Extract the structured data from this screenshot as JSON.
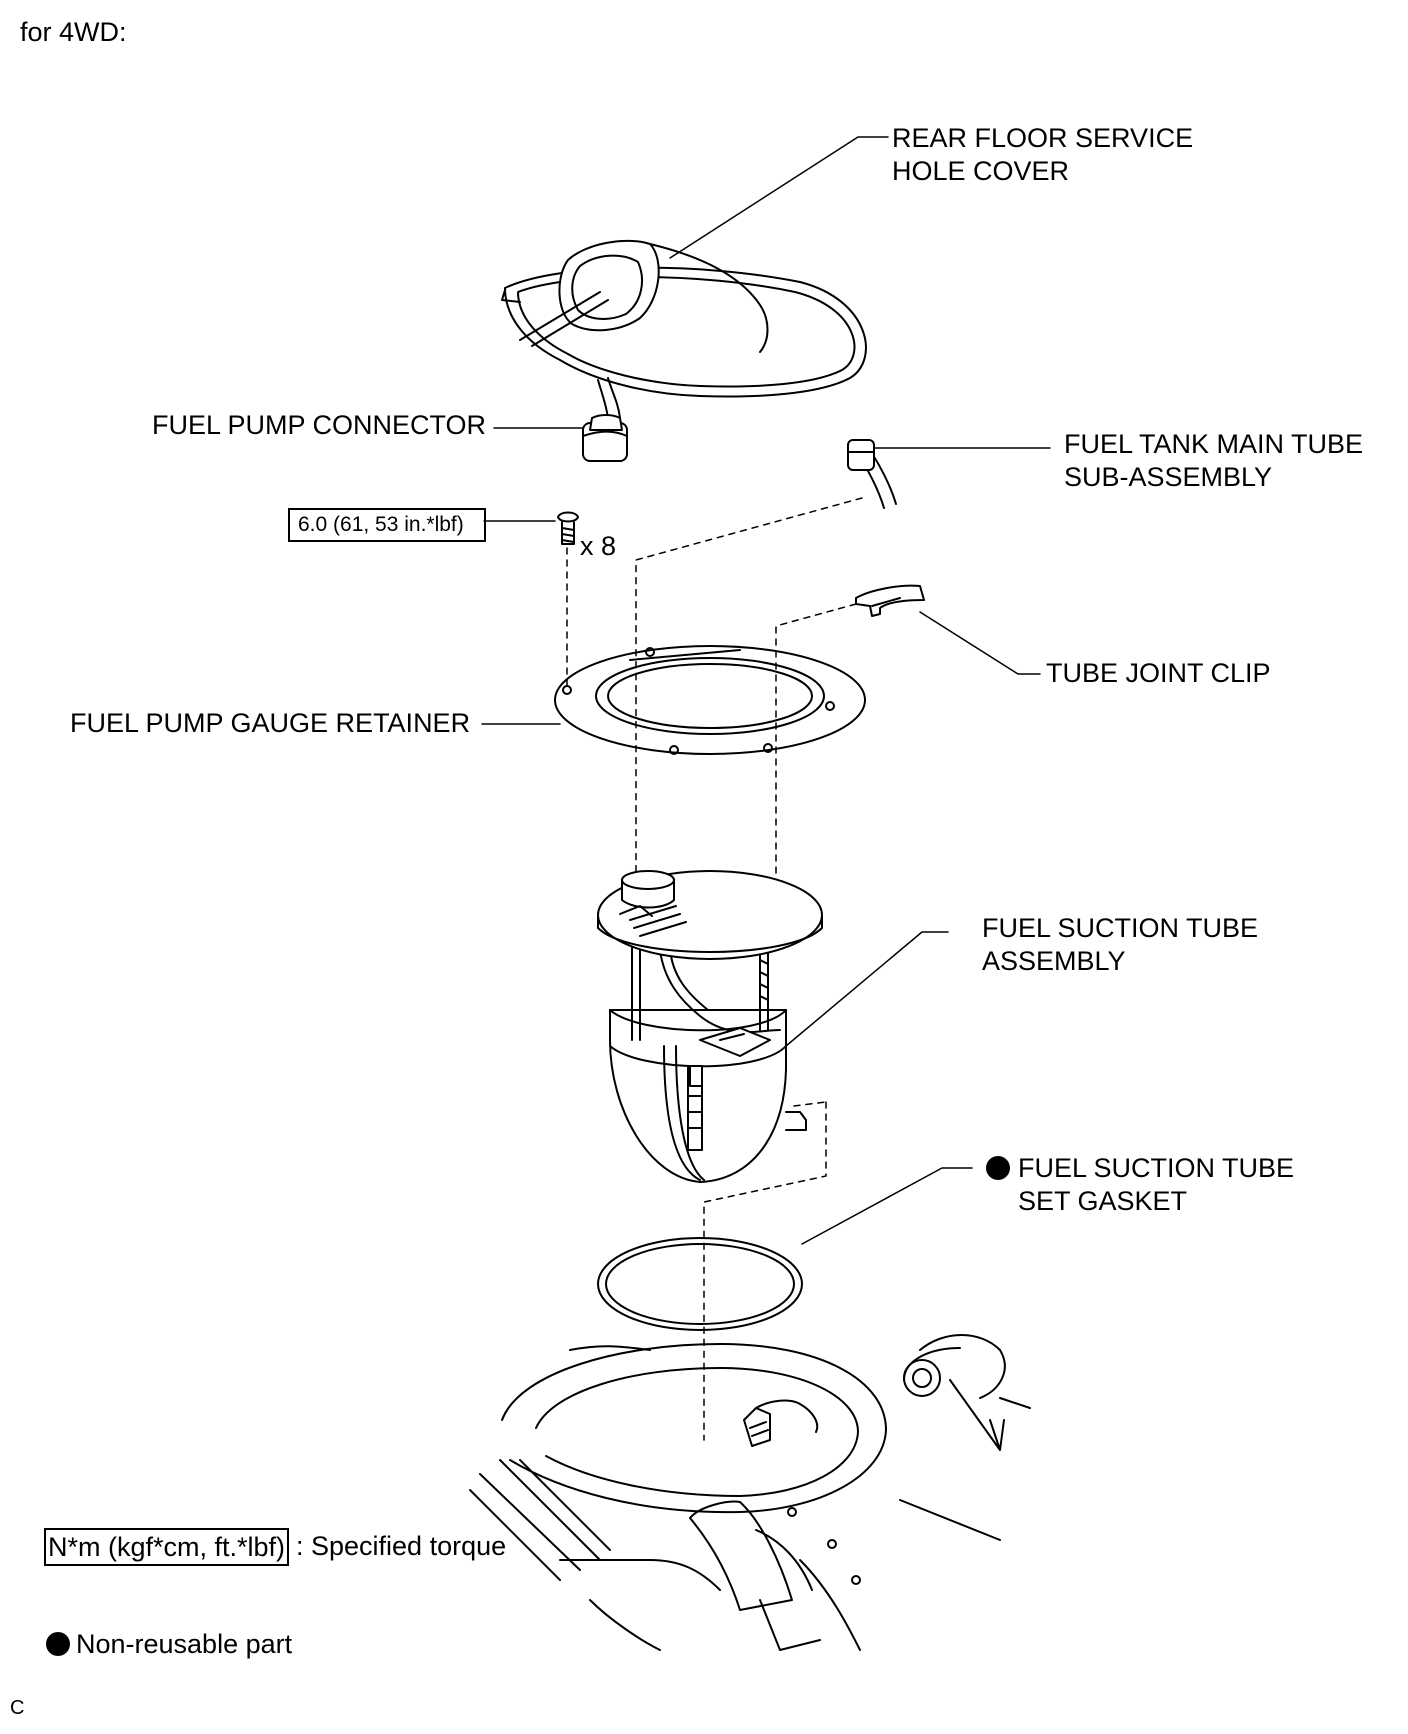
{
  "header": {
    "title": "for 4WD:"
  },
  "labels": {
    "rear_floor_cover": [
      "REAR FLOOR SERVICE",
      "HOLE COVER"
    ],
    "fuel_pump_connector": "FUEL PUMP CONNECTOR",
    "fuel_tank_main_tube": [
      "FUEL TANK MAIN TUBE",
      "SUB-ASSEMBLY"
    ],
    "tube_joint_clip": "TUBE JOINT CLIP",
    "fuel_pump_gauge_retainer": "FUEL PUMP GAUGE RETAINER",
    "fuel_suction_tube_assembly": [
      "FUEL SUCTION TUBE",
      "ASSEMBLY"
    ],
    "fuel_suction_tube_set_gasket": [
      "FUEL SUCTION TUBE",
      "SET GASKET"
    ]
  },
  "torque": {
    "value": "6.0 (61, 53 in.*lbf)",
    "quantity": "x 8"
  },
  "legend": {
    "torque_units": "N*m (kgf*cm, ft.*lbf)",
    "torque_text": ": Specified torque",
    "non_reusable_text": "Non-reusable part"
  },
  "footer": {
    "code": "C"
  }
}
